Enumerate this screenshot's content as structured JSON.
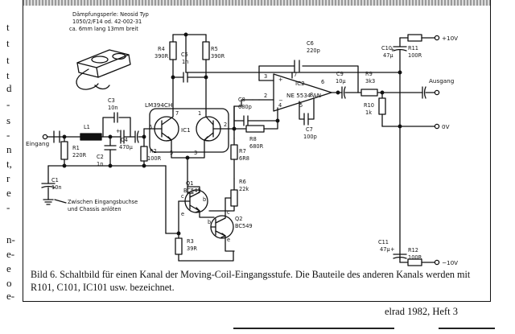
{
  "gutter_letters": [
    "t",
    "t",
    "t",
    "t",
    "d",
    "-",
    "s",
    "-",
    "n",
    "t,",
    "r",
    "e",
    "-",
    "n-",
    "e-",
    "e",
    "o",
    "e-"
  ],
  "ferrite_note": {
    "line1": "Dämpfungsperle: Neosid Typ",
    "line2": "1050/2/F14 od. 42-002-31",
    "line3": "ca. 6mm lang  13mm breit"
  },
  "components": {
    "r4": "R4",
    "r4v": "390R",
    "c5": "C5",
    "c5v": "1n",
    "r5": "R5",
    "r5v": "390R",
    "c6": "C6",
    "c6v": "220p",
    "ic2": "IC2",
    "ic2v": "NE 5534 AN",
    "c9": "C9",
    "c9v": "10μ",
    "r9": "R9",
    "r9v": "3k3",
    "c10": "C10",
    "c10v": "47μ",
    "r11": "R11",
    "r11v": "100R",
    "c3": "C3",
    "c3v": "10n",
    "ic1v": "LM394CH",
    "ic1": "IC1",
    "c8": "C8",
    "c8v": "680p",
    "r8": "R8",
    "r8v": "680R",
    "c7": "C7",
    "c7v": "100p",
    "r10": "R10",
    "r10v": "1k",
    "l1": "L1",
    "r1": "R1",
    "r1v": "220R",
    "c4": "C4",
    "c4v": "470μ",
    "c2": "C2",
    "c2v": "1n",
    "r2": "R2",
    "r2v": "100R",
    "r7": "R7",
    "r7v": "6R8",
    "c1": "C1",
    "c1v": "10n",
    "q1": "Q1",
    "q1v": "BC549",
    "r6": "R6",
    "r6v": "22k",
    "q2": "Q2",
    "q2v": "BC549",
    "r3": "R3",
    "r3v": "39R",
    "c11": "C11",
    "c11v": "47μ",
    "r12": "R12",
    "r12v": "100R"
  },
  "pins": {
    "p3": "3",
    "p7": "7",
    "p2": "2",
    "p4": "4",
    "p6": "6",
    "p8": "8",
    "p5": "5",
    "pb1": "1",
    "pb2": "2",
    "pb3": "3",
    "pb5": "5",
    "pb6": "6",
    "pb7": "7"
  },
  "bjt_pins": {
    "c": "c",
    "b": "b",
    "e": "e"
  },
  "op_signs": {
    "plus": "+",
    "minus": "−"
  },
  "cap_plus": "+",
  "rails": {
    "pos": "+10V",
    "neg": "−10V",
    "gnd": "0V",
    "in": "Eingang",
    "out": "Ausgang"
  },
  "note": {
    "line1": "Zwischen Eingangsbuchse",
    "line2": "und Chassis anlöten"
  },
  "caption": "Bild 6. Schaltbild für einen Kanal der Moving-Coil-Eingangsstufe. Die Bauteile des anderen Kanals werden mit R101, C101, IC101 usw. bezeichnet.",
  "footer": "elrad 1982, Heft 3"
}
